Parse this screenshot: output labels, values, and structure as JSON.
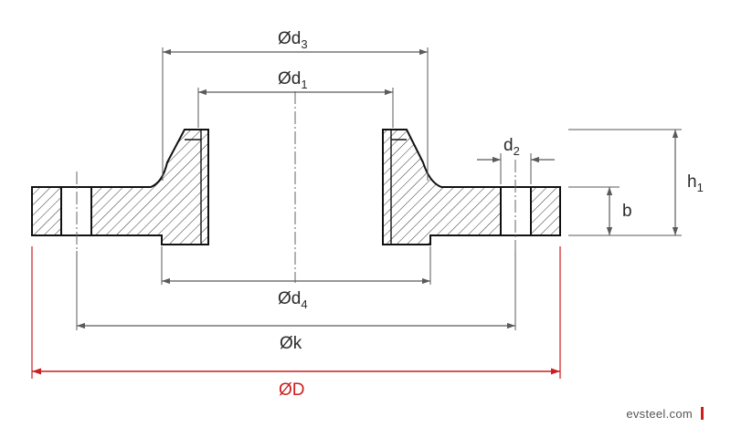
{
  "diagram": {
    "labels": {
      "d3": {
        "main": "Ød",
        "sub": "3"
      },
      "d1": {
        "main": "Ød",
        "sub": "1"
      },
      "d2": {
        "main": "d",
        "sub": "2"
      },
      "h1": {
        "main": "h",
        "sub": "1"
      },
      "b": {
        "main": "b"
      },
      "d4": {
        "main": "Ød",
        "sub": "4"
      },
      "k": {
        "main": "Øk"
      },
      "D": {
        "main": "ØD"
      }
    },
    "colors": {
      "outline": "#111111",
      "dimension": "#5a5a5a",
      "highlight": "#cc1f1f"
    }
  },
  "brand": {
    "text": "evsteel.com"
  }
}
